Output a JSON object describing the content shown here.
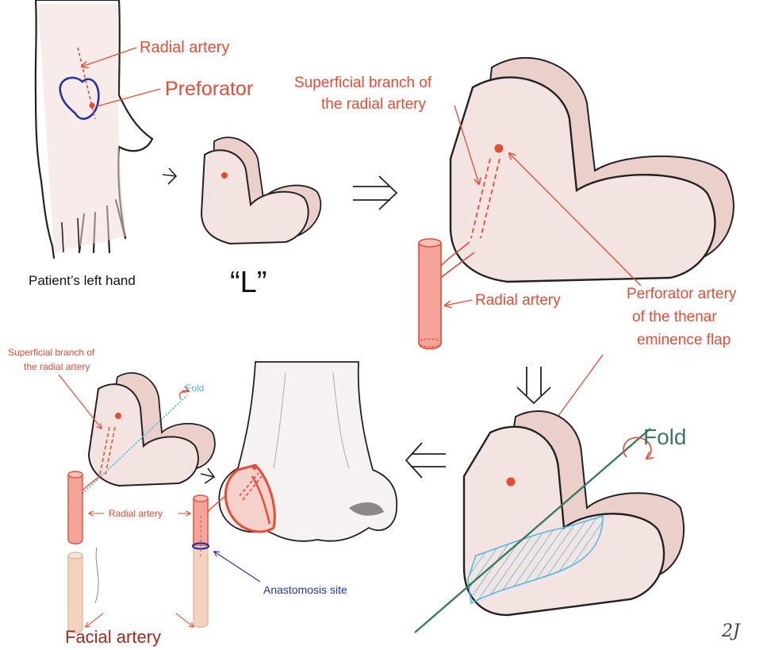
{
  "colors": {
    "label_red": "#e84b33",
    "dark_red": "#a32a1c",
    "black": "#111111",
    "fold_blue": "#4fb8e6",
    "fold_green": "#3a7a62",
    "navy": "#2433a8",
    "skin": "#f2dcd8",
    "artery": "#f4a49a",
    "facial": "#f3d2be"
  },
  "labels": {
    "radial_artery_top": "Radial artery",
    "preforator": "Preforator",
    "patient_left_hand": "Patient’s left hand",
    "letter_l": "“L”",
    "superficial_branch_top": "Superficial branch of the radial artery",
    "radial_artery_mid": "Radial artery",
    "perforator_artery": "Perforator artery of the thenar eminence flap",
    "fold_large": "Fold",
    "superficial_branch_small": "Superficial branch of the radial artery",
    "fold_small": "Fold",
    "radial_artery_small": "Radial artery",
    "anastomosis_site": "Anastomosis site",
    "facial_artery": "Facial artery",
    "signature": "2J"
  }
}
